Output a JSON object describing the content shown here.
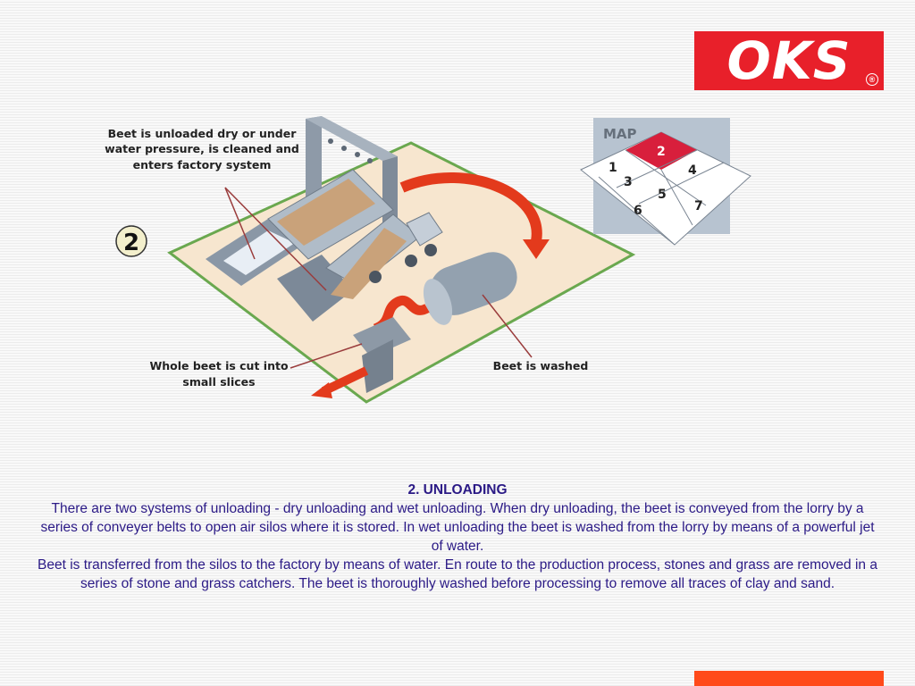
{
  "logo": {
    "text": "OKS",
    "registered": "®",
    "color": "#e8202a"
  },
  "diagram": {
    "step_number": "2",
    "callout_unload": [
      "Beet is unloaded dry or under",
      "water pressure, is cleaned and",
      "enters factory system"
    ],
    "callout_cut": [
      "Whole beet is cut into",
      "small slices"
    ],
    "callout_washed": "Beet is washed"
  },
  "map": {
    "title": "MAP",
    "sections": [
      "1",
      "2",
      "3",
      "4",
      "5",
      "6",
      "7"
    ],
    "highlighted": "2",
    "highlight_color": "#d81f3c"
  },
  "caption": {
    "title": "2. UNLOADING",
    "paragraph1": "There are two systems of unloading - dry unloading and wet unloading. When dry unloading, the beet is conveyed from the lorry by a series of conveyer belts to open air silos where it is stored. In wet unloading the beet is washed from the lorry by means of a powerful jet of water.",
    "paragraph2": "Beet is transferred from the silos to the factory by means of water. En route to the production process, stones and grass are removed in a series of stone and grass catchers. The beet is thoroughly washed before processing to remove all traces of clay and sand."
  },
  "colors": {
    "text": "#2b1a86",
    "accent_bar": "#ff4a1a",
    "arrow": "#e33a1c",
    "ground": "#f7e6cf",
    "ground_border": "#6aa84f"
  }
}
